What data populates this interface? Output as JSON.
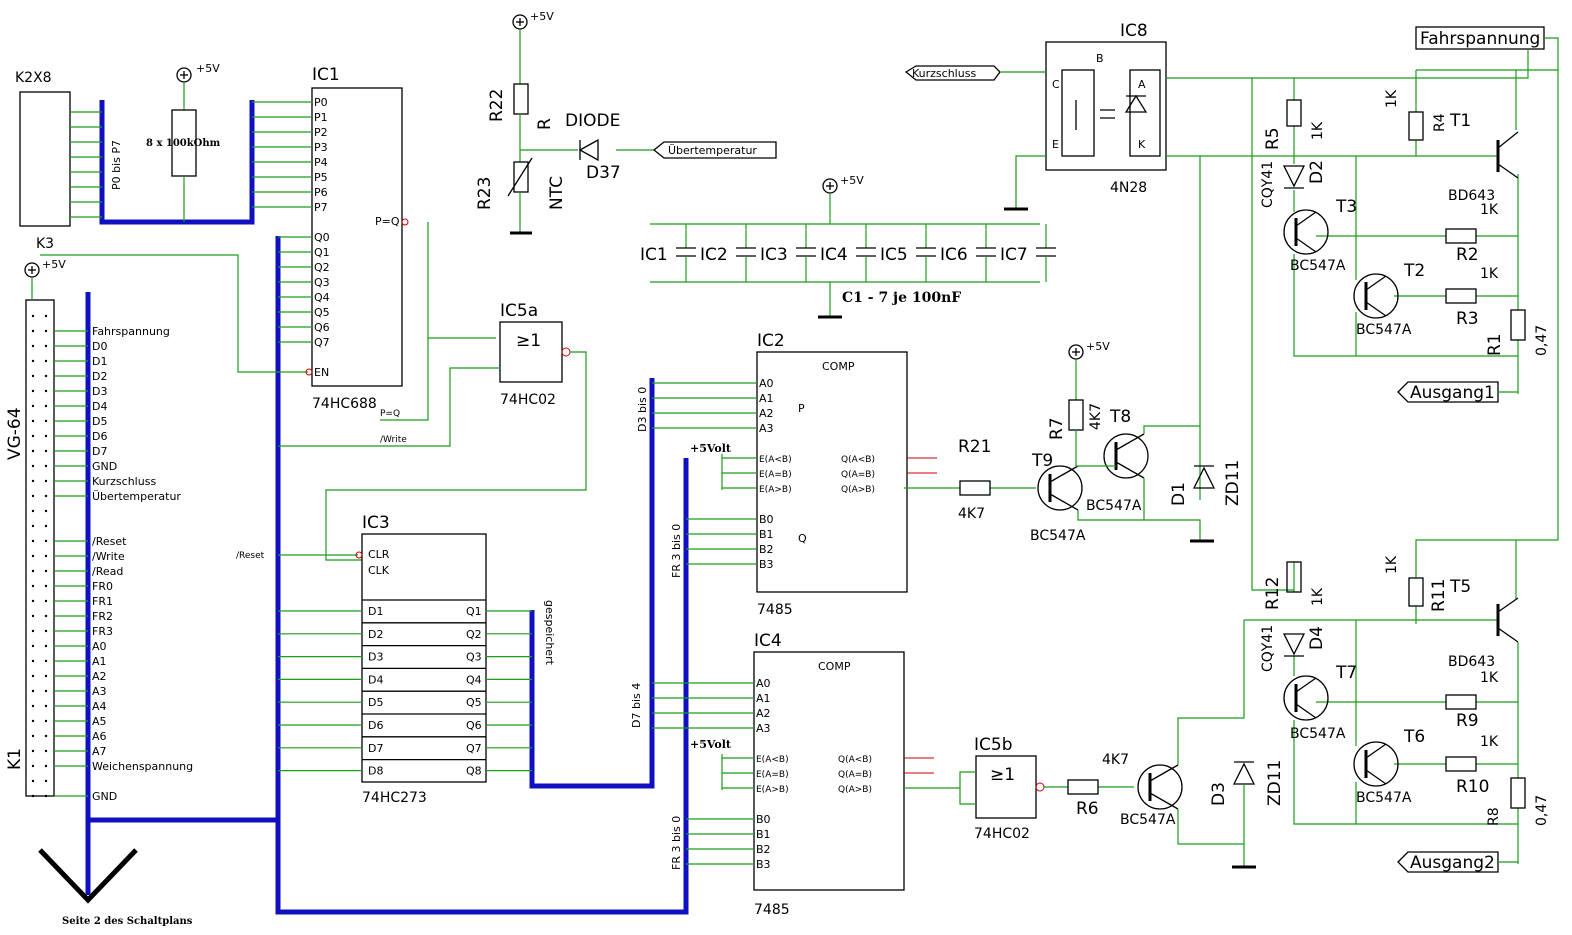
{
  "connectors": {
    "k2x8": "K2X8",
    "k3": "K3",
    "vg64": "VG-64",
    "k1": "K1",
    "vg_signals": [
      "Fahrspannung",
      "D0",
      "D1",
      "D2",
      "D3",
      "D4",
      "D5",
      "D6",
      "D7",
      "GND",
      "Kurzschluss",
      "Übertemperatur",
      "/Reset",
      "/Write",
      "/Read",
      "FR0",
      "FR1",
      "FR2",
      "FR3",
      "A0",
      "A1",
      "A2",
      "A3",
      "A4",
      "A5",
      "A6",
      "A7",
      "Weichenspannung",
      "GND"
    ]
  },
  "supplies": {
    "plus5": "+5V",
    "plus5volt": "+5Volt"
  },
  "resistor_network": "8 x 100kOhm",
  "ic1": {
    "name": "IC1",
    "type": "74HC688",
    "p_pins": [
      "P0",
      "P1",
      "P2",
      "P3",
      "P4",
      "P5",
      "P6",
      "P7"
    ],
    "q_pins": [
      "Q0",
      "Q1",
      "Q2",
      "Q3",
      "Q4",
      "Q5",
      "Q6",
      "Q7"
    ],
    "peq": "P=Q",
    "en": "EN",
    "bus_p": "P0 bis P7",
    "peq_out": "P=Q"
  },
  "ic5a": {
    "name": "IC5a",
    "type": "74HC02",
    "sym": "≥1",
    "write": "/Write"
  },
  "ic3": {
    "name": "IC3",
    "type": "74HC273",
    "clr": "CLR",
    "clk": "CLK",
    "reset": "/Reset",
    "d_pins": [
      "D1",
      "D2",
      "D3",
      "D4",
      "D5",
      "D6",
      "D7",
      "D8"
    ],
    "q_pins": [
      "Q1",
      "Q2",
      "Q3",
      "Q4",
      "Q5",
      "Q6",
      "Q7",
      "Q8"
    ],
    "stored": "gespeichert"
  },
  "sensors": {
    "r22": "R22",
    "r22_val": "R",
    "r23": "R23",
    "ntc": "NTC",
    "diode": "DIODE",
    "d37": "D37",
    "overtemp": "Übertemperatur"
  },
  "caps": {
    "labels": [
      "IC1",
      "IC2",
      "IC3",
      "IC4",
      "IC5",
      "IC6",
      "IC7"
    ],
    "caption": "C1 - 7 je 100nF"
  },
  "ic8": {
    "name": "IC8",
    "type": "4N28",
    "short": "Kurzschluss",
    "pins": [
      "B",
      "C",
      "E",
      "A",
      "K"
    ]
  },
  "ic2": {
    "name": "IC2",
    "type": "7485",
    "comp": "COMP",
    "a_pins": [
      "A0",
      "A1",
      "A2",
      "A3"
    ],
    "b_pins": [
      "B0",
      "B1",
      "B2",
      "B3"
    ],
    "e_pins": [
      "E(A<B)",
      "E(A=B)",
      "E(A>B)"
    ],
    "q_pins": [
      "Q(A<B)",
      "Q(A=B)",
      "Q(A>B)"
    ],
    "bus_a": "D3 bis 0",
    "bus_b": "FR 3 bis 0",
    "p": "P",
    "q": "Q"
  },
  "ic4": {
    "name": "IC4",
    "type": "7485",
    "comp": "COMP",
    "bus_a": "D7 bis 4",
    "bus_b": "FR 3 bis 0"
  },
  "ic5b": {
    "name": "IC5b",
    "type": "74HC02",
    "sym": "≥1"
  },
  "stage1": {
    "r21": "R21",
    "r21_val": "4K7",
    "t9": "T9",
    "t9_type": "BC547A",
    "r7": "R7",
    "r7_val": "4K7",
    "t8": "T8",
    "t8_type": "BC547A",
    "d1": "D1",
    "zd": "ZD11"
  },
  "stage2": {
    "r6": "R6",
    "r6_val": "4K7",
    "t": "BC547A",
    "d3": "D3",
    "zd": "ZD11"
  },
  "output1": {
    "fahr": "Fahrspannung",
    "r4": "R4",
    "r4_val": "1K",
    "t1": "T1",
    "t1_type": "BD643",
    "r5": "R5",
    "r5_val": "1K",
    "d2": "D2",
    "cqy": "CQY41",
    "t3": "T3",
    "t3_type": "BC547A",
    "r2": "R2",
    "r2_val": "1K",
    "t2": "T2",
    "t2_type": "BC547A",
    "r3": "R3",
    "r3_val": "1K",
    "r1": "R1",
    "r1_val": "0,47",
    "out": "Ausgang1"
  },
  "output2": {
    "r11": "R11",
    "r11_val": "1K",
    "t5": "T5",
    "t5_type": "BD643",
    "r12": "R12",
    "r12_val": "1K",
    "d4": "D4",
    "cqy": "CQY41",
    "t7": "T7",
    "t7_type": "BC547A",
    "r9": "R9",
    "r9_val": "1K",
    "t6": "T6",
    "t6_type": "BC547A",
    "r10": "R10",
    "r10_val": "1K",
    "r8": "R8",
    "r8_val": "0,47",
    "out": "Ausgang2"
  },
  "footer": "Seite 2 des Schaltplans"
}
